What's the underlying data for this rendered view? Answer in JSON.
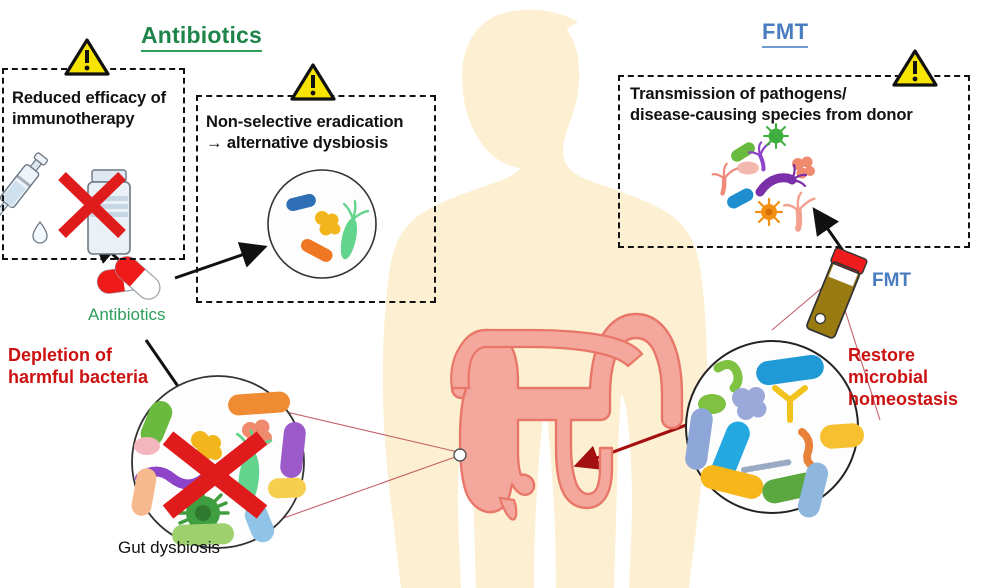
{
  "figure": {
    "type": "medical-infographic",
    "subject": "Risks and effects of antibiotics versus faecal microbiota transplantation (FMT) on the gut microbiome",
    "background_color": "#ffffff"
  },
  "headings": {
    "left": {
      "label": "Antibiotics",
      "color": "#1e8449"
    },
    "right": {
      "label": "FMT",
      "color": "#4a7cc0"
    }
  },
  "callout_boxes": [
    {
      "id": "reduced-efficacy",
      "line1": "Reduced efficacy of",
      "line2": "immunotherapy",
      "warning_icon": "warning-triangle-icon",
      "artwork": "syringe-and-vial-crossed-out"
    },
    {
      "id": "non-selective-eradication",
      "line1": "Non-selective eradication",
      "line2": "→ alternative dysbiosis",
      "warning_icon": "warning-triangle-icon",
      "artwork": "sparse-microbe-circle"
    },
    {
      "id": "pathogen-transmission",
      "line1": "Transmission of pathogens/",
      "line2": "disease-causing species  from donor",
      "warning_icon": "warning-triangle-icon",
      "artwork": "pathogen-cluster"
    }
  ],
  "labels": {
    "antibiotics_pills": "Antibiotics",
    "gut_dysbiosis": "Gut dysbiosis",
    "fmt_tube": "FMT",
    "depletion": "Depletion of\nharmful bacteria",
    "depletion_line1": "Depletion of",
    "depletion_line2": "harmful bacteria",
    "restore_line1": "Restore microbial",
    "restore_line2": "homeostasis"
  },
  "colors": {
    "antibiotics_green": "#1e8449",
    "fmt_blue": "#4a7cc0",
    "warning_red": "#cc1111",
    "body_silhouette": "#fdf0d2",
    "colon_fill": "#f4a79c",
    "colon_stroke": "#e8776a",
    "warning_yellow": "#f7e400",
    "magnifier_line": "#c4606a",
    "arrow_black": "#111111",
    "arrow_dark_red": "#a40f0f",
    "dashed_border": "#111111"
  },
  "microbe_circles": {
    "sparse": {
      "id": "alternative-dysbiosis-circle",
      "description": "Few surviving microbes after non-selective eradication",
      "members": [
        "blue-rod",
        "yellow-cocci-cluster",
        "green-flagellate",
        "orange-rod"
      ]
    },
    "dysbiotic": {
      "id": "gut-dysbiosis-circle",
      "caption": "Gut dysbiosis",
      "description": "Crowded disordered microbiota struck through with a red X",
      "members": [
        "green-rod",
        "orange-rod",
        "purple-rod",
        "pink-oval",
        "yellow-cocci-cluster",
        "salmon-cocci-cluster",
        "purple-squiggle",
        "peach-rod",
        "green-flagellate",
        "yellow-rod",
        "green-virus",
        "blue-rod",
        "light-green-rod"
      ],
      "overlay": "red-x-mark"
    },
    "healthy": {
      "id": "restored-microbiota-circle",
      "description": "Diverse balanced microbiota after FMT",
      "members": [
        "green-curved-rod",
        "blue-rod",
        "yellow-branched",
        "blue-grey-rod",
        "purple-cocci-cluster",
        "green-oval",
        "orange-squiggle",
        "yellow-rod",
        "grey-chain",
        "yellow-orange-rod",
        "green-rod",
        "blue-grey-rod-2",
        "blue-cyan-rod"
      ]
    }
  },
  "pathogen_cluster": {
    "members": [
      "green-rod",
      "purple-flagellate",
      "green-virus",
      "salmon-cocci-cluster",
      "pink-oval",
      "salmon-flagellate",
      "blue-rod",
      "purple-large-flagellate",
      "orange-virus",
      "salmon-flagellate-2"
    ]
  },
  "anatomy": {
    "silhouette": "male-torso-silhouette",
    "organ": "large-intestine-colon"
  },
  "connectors": [
    {
      "id": "antibiotics-to-immunotherapy-box",
      "style": "black-arrow"
    },
    {
      "id": "antibiotics-to-eradication-box",
      "style": "black-arrow"
    },
    {
      "id": "antibiotics-to-dysbiosis-circle",
      "style": "black-arrow"
    },
    {
      "id": "fmt-tube-to-pathogen-box",
      "style": "black-arrow"
    },
    {
      "id": "fmt-to-colon",
      "style": "dark-red-arrow"
    },
    {
      "id": "colon-to-dysbiosis-circle",
      "style": "magnifier-lines"
    },
    {
      "id": "colon-to-healthy-circle",
      "style": "magnifier-lines"
    }
  ]
}
